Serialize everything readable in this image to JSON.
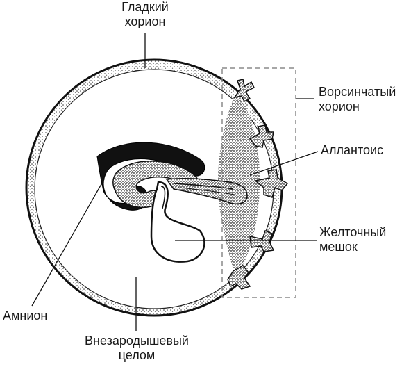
{
  "labels": {
    "smooth_chorion": [
      "Гладкий",
      "хорион"
    ],
    "villous_chorion": [
      "Ворсинчатый",
      "хорион"
    ],
    "allantois": "Аллантоис",
    "yolk_sac": [
      "Желточный",
      "мешок"
    ],
    "amnion": "Амнион",
    "coelom": [
      "Внезародышевый",
      "целом"
    ]
  }
}
